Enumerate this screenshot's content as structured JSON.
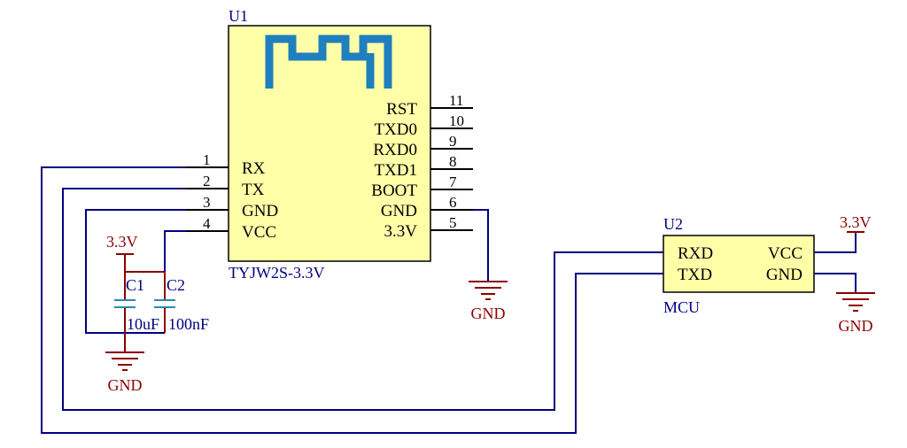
{
  "u1": {
    "designator": "U1",
    "part": "TYJW2S-3.3V",
    "left_pins": [
      {
        "num": "1",
        "name": "RX"
      },
      {
        "num": "2",
        "name": "TX"
      },
      {
        "num": "3",
        "name": "GND"
      },
      {
        "num": "4",
        "name": "VCC"
      }
    ],
    "right_pins": [
      {
        "num": "11",
        "name": "RST"
      },
      {
        "num": "10",
        "name": "TXD0"
      },
      {
        "num": "9",
        "name": "RXD0"
      },
      {
        "num": "8",
        "name": "TXD1"
      },
      {
        "num": "7",
        "name": "BOOT"
      },
      {
        "num": "6",
        "name": "GND"
      },
      {
        "num": "5",
        "name": "3.3V"
      }
    ]
  },
  "u2": {
    "designator": "U2",
    "part": "MCU",
    "pins": [
      "RXD",
      "VCC",
      "TXD",
      "GND"
    ]
  },
  "capacitors": [
    {
      "designator": "C1",
      "value": "10uF"
    },
    {
      "designator": "C2",
      "value": "100nF"
    }
  ],
  "nets": {
    "cap_power": "3.3V",
    "cap_ground": "GND",
    "u1_ground": "GND",
    "u2_power": "3.3V",
    "u2_ground": "GND"
  },
  "colors": {
    "wire": "#000080",
    "component_body": "#ffffa8",
    "power_symbol": "#8b0000",
    "antenna": "#1f7fbf",
    "capacitor": "#2d8aa8"
  }
}
